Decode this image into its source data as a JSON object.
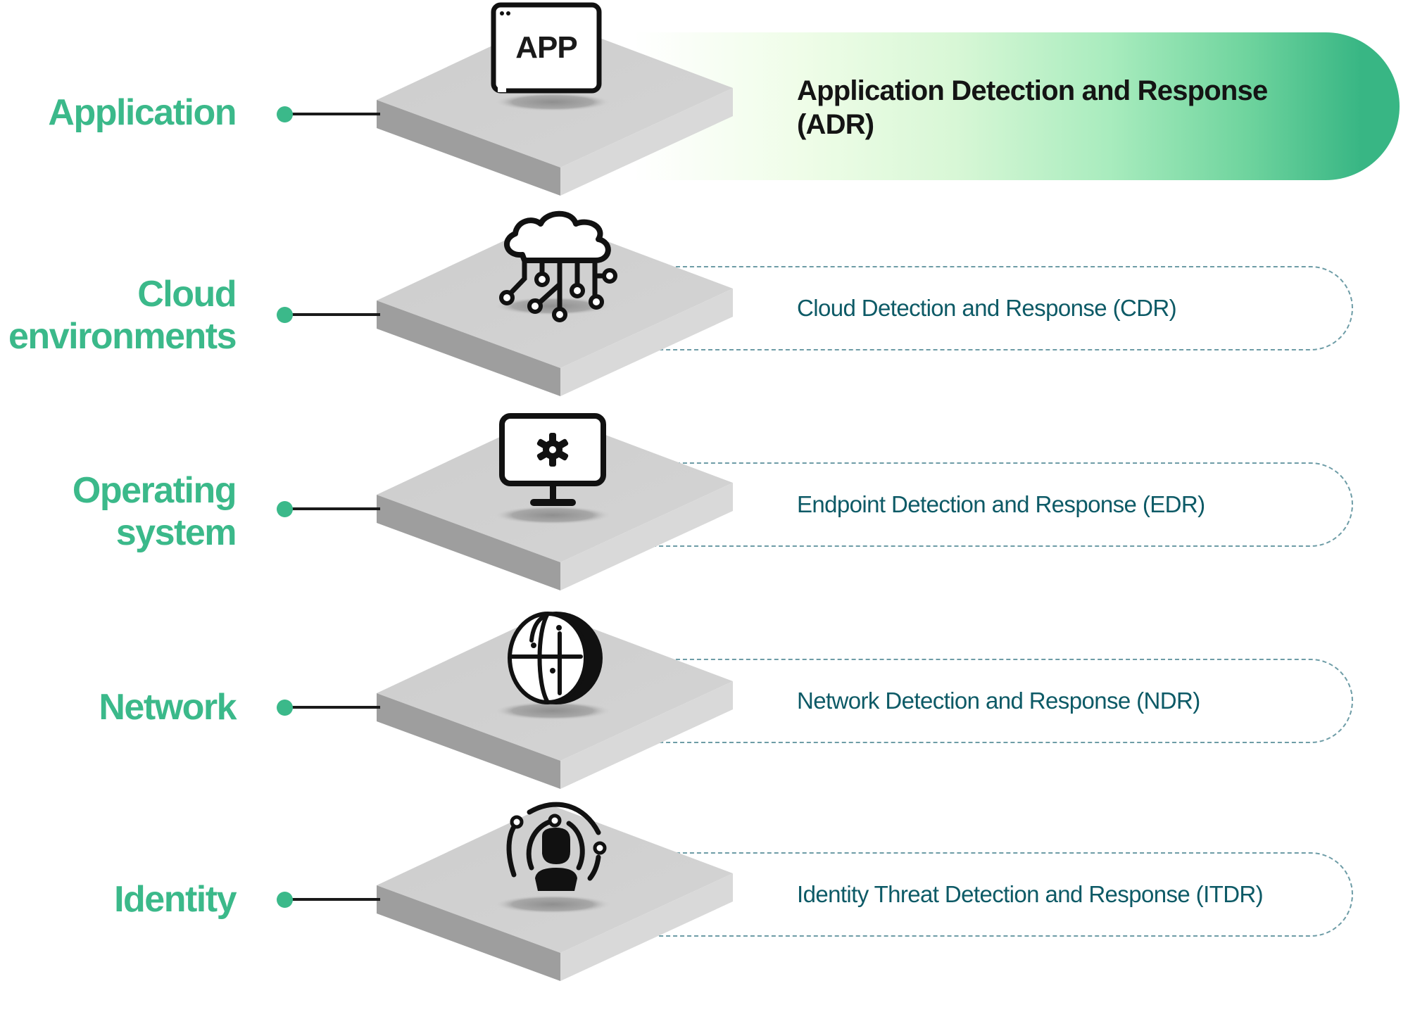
{
  "diagram": {
    "accent_color": "#3bb98a",
    "solution_text_color": "#0d5a66",
    "layers": [
      {
        "label_lines": [
          "Application"
        ],
        "icon": "app-window-icon",
        "icon_text": "APP",
        "solution": [
          "Application Detection and Response",
          "(ADR)"
        ],
        "highlighted": true
      },
      {
        "label_lines": [
          "Cloud",
          "environments"
        ],
        "icon": "cloud-network-icon",
        "solution": [
          "Cloud Detection and Response (CDR)"
        ],
        "highlighted": false
      },
      {
        "label_lines": [
          "Operating",
          "system"
        ],
        "icon": "monitor-gear-icon",
        "solution": [
          "Endpoint Detection and Response (EDR)"
        ],
        "highlighted": false
      },
      {
        "label_lines": [
          "Network"
        ],
        "icon": "globe-icon",
        "solution": [
          "Network Detection and Response (NDR)"
        ],
        "highlighted": false
      },
      {
        "label_lines": [
          "Identity"
        ],
        "icon": "user-orbit-icon",
        "solution": [
          "Identity Threat Detection and Response (ITDR)"
        ],
        "highlighted": false
      }
    ]
  }
}
